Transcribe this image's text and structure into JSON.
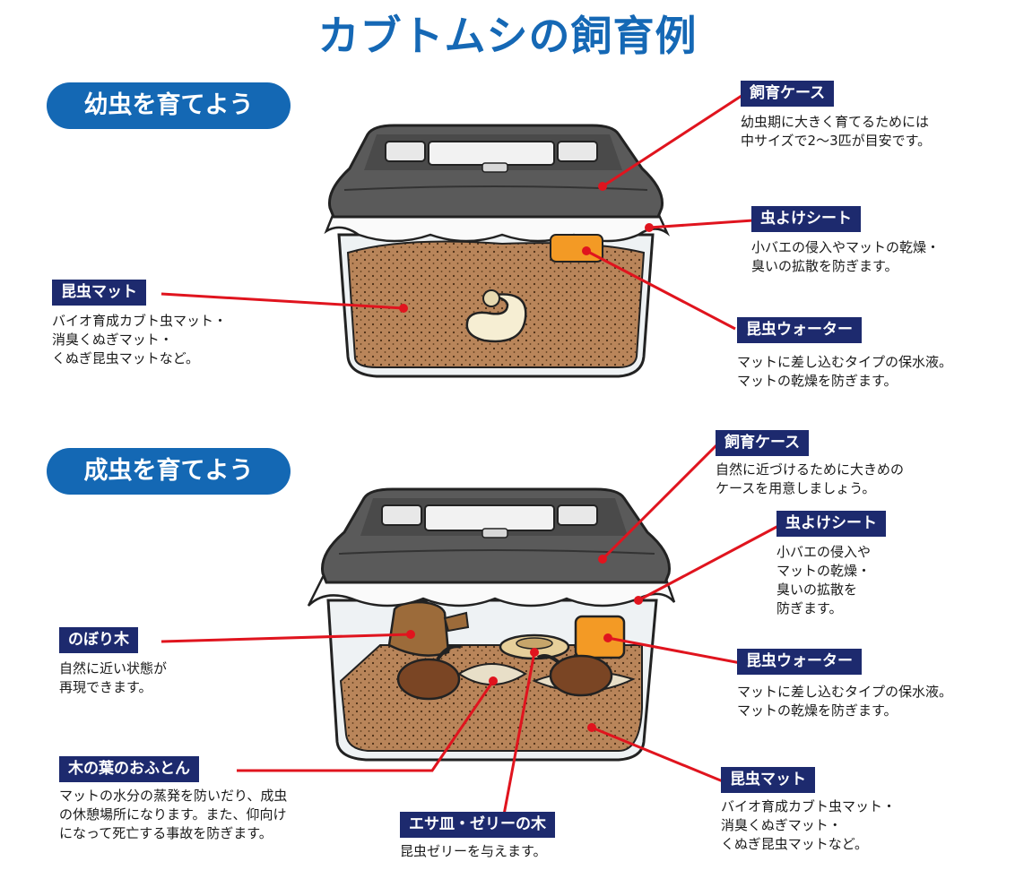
{
  "title": "カブトムシの飼育例",
  "sections": {
    "larva": "幼虫を育てよう",
    "adult": "成虫を育てよう"
  },
  "larva": {
    "case": {
      "tag": "飼育ケース",
      "lines": [
        "幼虫期に大きく育てるためには",
        "中サイズで2〜3匹が目安です。"
      ]
    },
    "sheet": {
      "tag": "虫よけシート",
      "lines": [
        "小バエの侵入やマットの乾燥・",
        "臭いの拡散を防ぎます。"
      ]
    },
    "water": {
      "tag": "昆虫ウォーター",
      "lines": [
        "マットに差し込むタイプの保水液。",
        "マットの乾燥を防ぎます。"
      ]
    },
    "mat": {
      "tag": "昆虫マット",
      "lines": [
        "バイオ育成カブト虫マット・",
        "消臭くぬぎマット・",
        "くぬぎ昆虫マットなど。"
      ]
    }
  },
  "adult": {
    "case": {
      "tag": "飼育ケース",
      "lines": [
        "自然に近づけるために大きめの",
        "ケースを用意しましょう。"
      ]
    },
    "sheet": {
      "tag": "虫よけシート",
      "lines": [
        "小バエの侵入や",
        "マットの乾燥・",
        "臭いの拡散を",
        "防ぎます。"
      ]
    },
    "water": {
      "tag": "昆虫ウォーター",
      "lines": [
        "マットに差し込むタイプの保水液。",
        "マットの乾燥を防ぎます。"
      ]
    },
    "mat": {
      "tag": "昆虫マット",
      "lines": [
        "バイオ育成カブト虫マット・",
        "消臭くぬぎマット・",
        "くぬぎ昆虫マットなど。"
      ]
    },
    "climb": {
      "tag": "のぼり木",
      "lines": [
        "自然に近い状態が",
        "再現できます。"
      ]
    },
    "leaves": {
      "tag": "木の葉のおふとん",
      "lines": [
        "マットの水分の蒸発を防いだり、成虫",
        "の休憩場所になります。また、仰向け",
        "になって死亡する事故を防ぎます。"
      ]
    },
    "dish": {
      "tag": "エサ皿・ゼリーの木",
      "lines": [
        "昆虫ゼリーを与えます。"
      ]
    }
  },
  "colors": {
    "accent": "#1468b4",
    "tag_bg": "#1d2a6e",
    "leader": "#e0141e",
    "lid": "#5a5a5a",
    "soil": "#b9855a"
  }
}
